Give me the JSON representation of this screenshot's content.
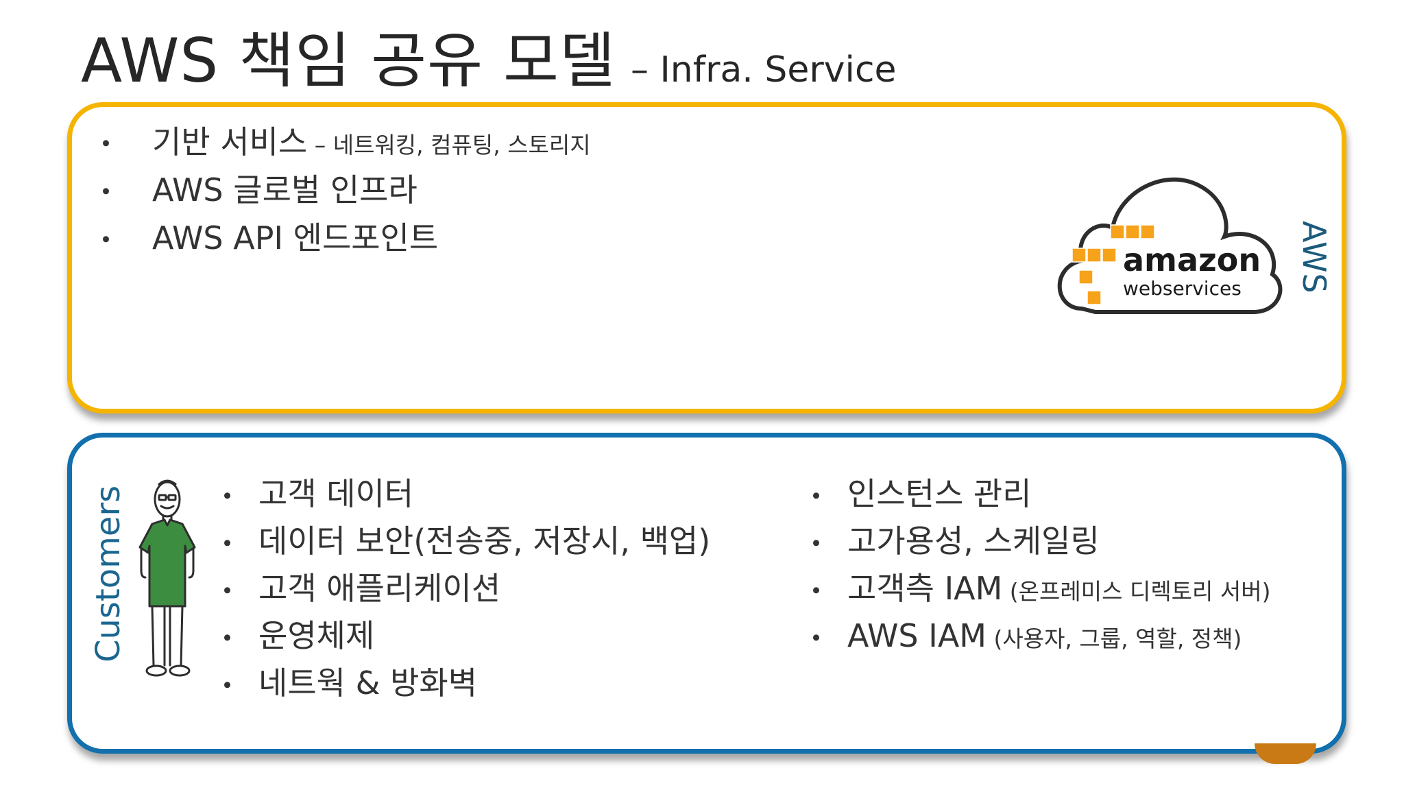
{
  "title": {
    "main": "AWS 책임 공유 모델",
    "sub": "– Infra. Service"
  },
  "aws_section": {
    "side_label": "AWS",
    "items": [
      {
        "text": "기반 서비스",
        "small": " – 네트워킹, 컴퓨팅, 스토리지"
      },
      {
        "text": "AWS 글로벌 인프라",
        "small": ""
      },
      {
        "text": "AWS API 엔드포인트",
        "small": ""
      }
    ],
    "logo": {
      "word": "amazon",
      "sub": "webservices",
      "icon": "aws-cloud-logo",
      "brand_color": "#f7a21b"
    }
  },
  "customer_section": {
    "side_label": "Customers",
    "left_items": [
      {
        "text": "고객 데이터"
      },
      {
        "text": "데이터 보안(전송중, 저장시, 백업)"
      },
      {
        "text": "고객 애플리케이션"
      },
      {
        "text": "운영체제"
      },
      {
        "text": "네트웍 & 방화벽"
      }
    ],
    "right_items": [
      {
        "text": "인스턴스 관리",
        "small": ""
      },
      {
        "text": "고가용성, 스케일링",
        "small": ""
      },
      {
        "text": "고객측 IAM",
        "small": " (온프레미스 디렉토리 서버)"
      },
      {
        "text": "AWS IAM",
        "small": " (사용자, 그룹, 역할, 정책)"
      }
    ],
    "person_icon": "customer-person-icon"
  },
  "colors": {
    "aws_border": "#f5b400",
    "customer_border": "#1170ad",
    "side_label": "#1b5a7d",
    "person_shirt": "#3c8d40"
  }
}
